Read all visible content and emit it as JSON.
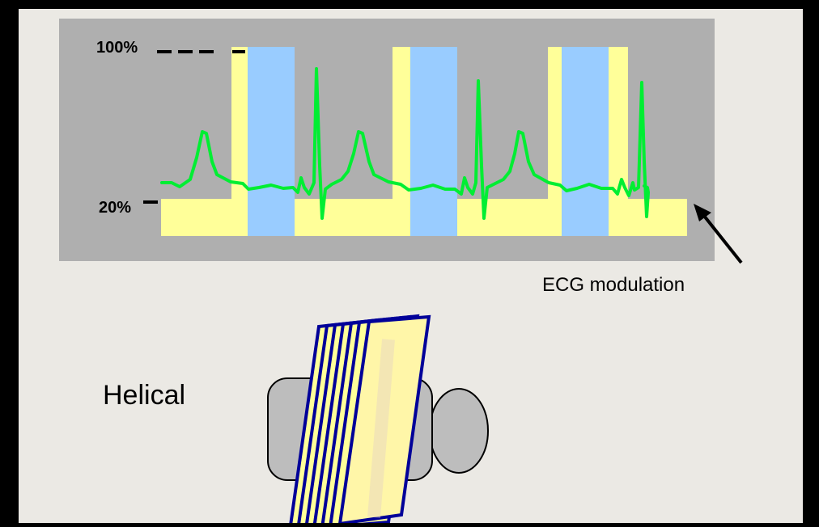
{
  "labels": {
    "tube_current_max": "100%",
    "tube_current_min": "20%",
    "modulation": "ECG modulation",
    "scan_mode": "Helical"
  },
  "colors": {
    "background": "#ebe9e4",
    "frame": "#000000",
    "panel": "#afafaf",
    "tube_current_fill": "#ffff99",
    "acquisition_window": "#99ccff",
    "ecg_trace": "#00ee33",
    "slab_outline": "#000099",
    "patient_body": "#bdbdbd"
  },
  "icons": [
    "arrow-icon",
    "patient-body-icon",
    "helical-slab-stack-icon"
  ]
}
